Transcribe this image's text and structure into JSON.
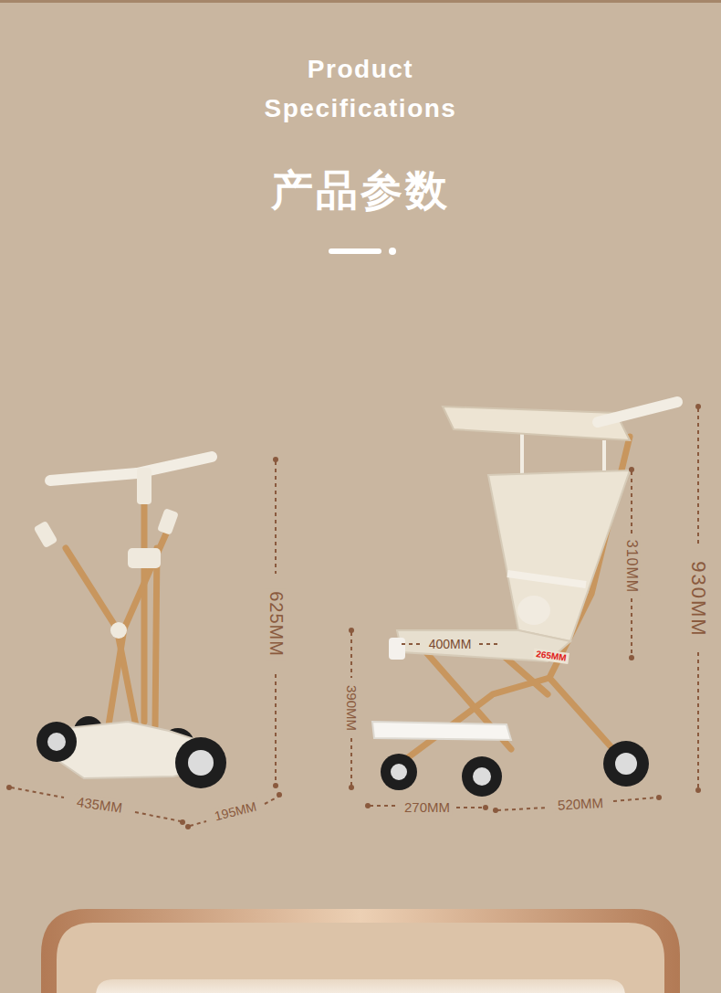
{
  "diagram": {
    "title": "Product Specifications",
    "labels": [
      "产品参数",
      "625MM",
      "435MM",
      "195MM",
      "400MM",
      "265MM",
      "310MM",
      "930MM",
      "390MM",
      "270MM",
      "520MM"
    ]
  }
}
